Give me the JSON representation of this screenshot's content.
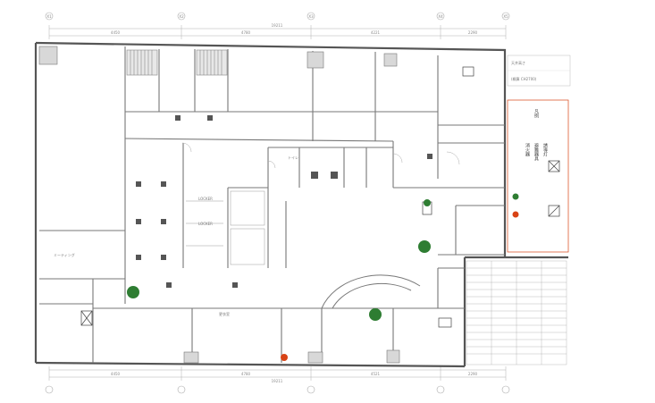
{
  "grid_labels": [
    "X1",
    "X2",
    "X3",
    "X4",
    "X5"
  ],
  "top_dimensions": {
    "overall": "19211",
    "spans": [
      "4450",
      "4780",
      "4221",
      "2290"
    ]
  },
  "bottom_dimensions": {
    "overall": "19211",
    "spans": [
      "4450",
      "4780",
      "4521",
      "2290"
    ]
  },
  "room_labels": {
    "locker_1": "LOCKER",
    "locker_2": "LOCKER",
    "room_a": "ミーティング",
    "room_b": "トイレ",
    "room_c": "更衣室"
  },
  "legend": {
    "title": "凡例",
    "items": [
      {
        "label": "消火器",
        "color": "#2e7d32",
        "symbol": "circle"
      },
      {
        "label": "避難器具",
        "color": "#d84315",
        "symbol": "circle"
      },
      {
        "label": "誘導灯",
        "color": "#444444",
        "symbol": "box"
      }
    ]
  },
  "top_right_note": {
    "line1": "天井高さ",
    "line2": "(概算 CH2700)"
  },
  "marker_colors": {
    "green": "#2e7d32",
    "red": "#d84315"
  }
}
